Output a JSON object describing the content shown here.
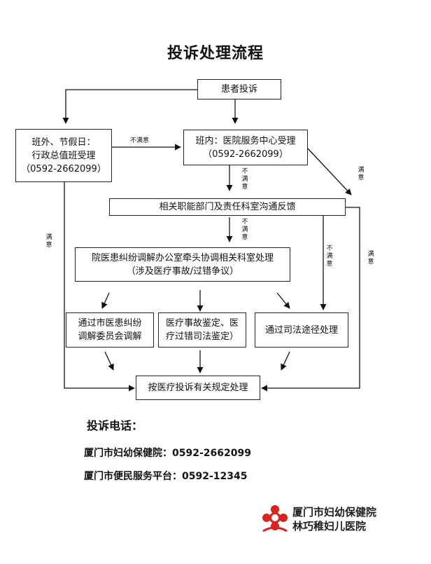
{
  "title": "投诉处理流程",
  "nodes": {
    "patient": "患者投诉",
    "offhours": [
      "班外、节假日：",
      "行政总值班受理",
      "（0592-2662099）"
    ],
    "service_center": [
      "班内：医院服务中心受理",
      "（0592-2662099）"
    ],
    "departments": "相关职能部门及责任科室沟通反馈",
    "mediation_office": [
      "院医患纠纷调解办公室牵头协调相关科室处理",
      "（涉及医疗事故/过错争议）"
    ],
    "city_committee": [
      "通过市医患纠纷",
      "调解委员会调解"
    ],
    "appraisal": [
      "医疗事故鉴定、医",
      "疗过错司法鉴定）"
    ],
    "judicial": "通过司法途径处理",
    "final": "按医疗投诉有关规定处理"
  },
  "edge_labels": {
    "not_satisfied_h": "不满意",
    "not_satisfied_v": [
      "不",
      "满",
      "意"
    ],
    "satisfied_v": [
      "满",
      "意"
    ]
  },
  "contact": {
    "heading": "投诉电话：",
    "lines": [
      "厦门市妇幼保健院：0592-2662099",
      "厦门市便民服务平台：0592-12345"
    ]
  },
  "logo": {
    "line1": "厦门市妇幼保健院",
    "line2": "林巧稚妇儿医院",
    "color": "#d9231d"
  }
}
